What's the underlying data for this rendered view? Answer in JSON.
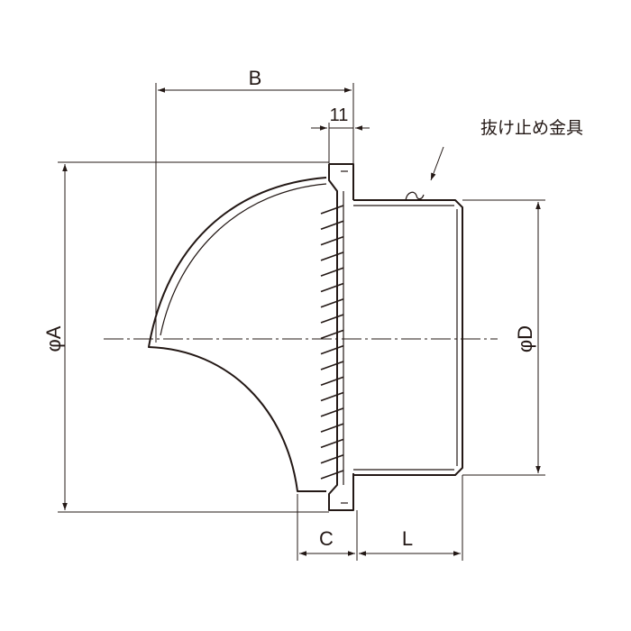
{
  "labels": {
    "dim_b": "B",
    "dim_11": "11",
    "dim_phi_a": "φA",
    "dim_phi_d": "φD",
    "dim_c": "C",
    "dim_l": "L",
    "note": "抜け止め金具"
  }
}
